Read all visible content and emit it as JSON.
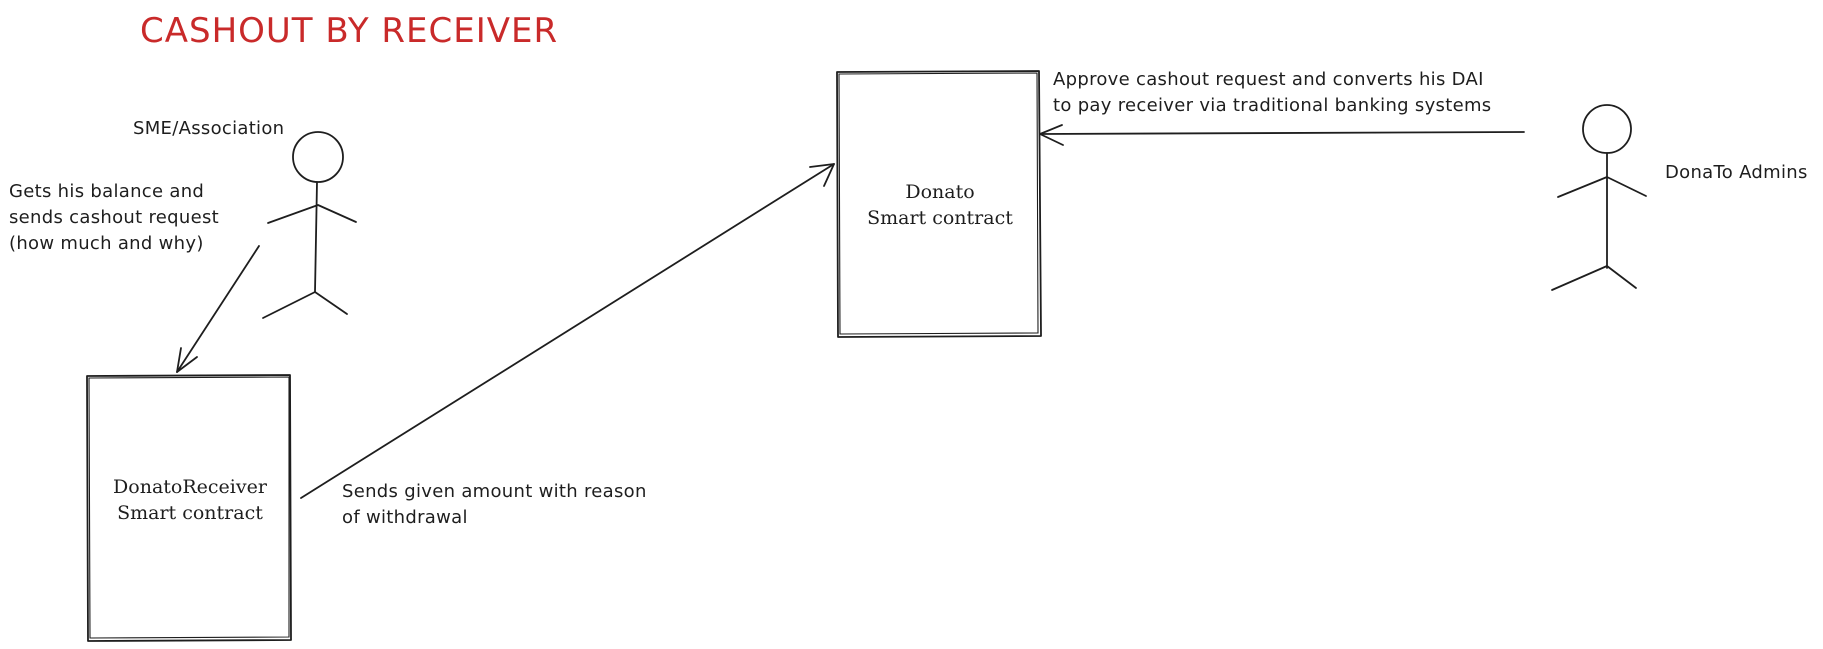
{
  "title": "CASHOUT BY RECEIVER",
  "actors": {
    "sme": {
      "label": "SME/Association"
    },
    "admins": {
      "label": "DonaTo Admins"
    }
  },
  "boxes": {
    "donato": {
      "line1": "Donato",
      "line2": "Smart contract"
    },
    "receiver": {
      "line1": "DonatoReceiver",
      "line2": "Smart contract"
    }
  },
  "annotations": {
    "sme_request": {
      "line1": "Gets his balance and",
      "line2": "sends cashout request",
      "line3": "(how much and why)"
    },
    "send_amount": {
      "line1": "Sends given amount with reason",
      "line2": "of withdrawal"
    },
    "admin_approve": {
      "line1": "Approve cashout request and converts his DAI",
      "line2": "to pay receiver via traditional banking systems"
    }
  },
  "colors": {
    "title": "#c92a2a",
    "stroke": "#1e1e1e",
    "background": "#ffffff"
  }
}
